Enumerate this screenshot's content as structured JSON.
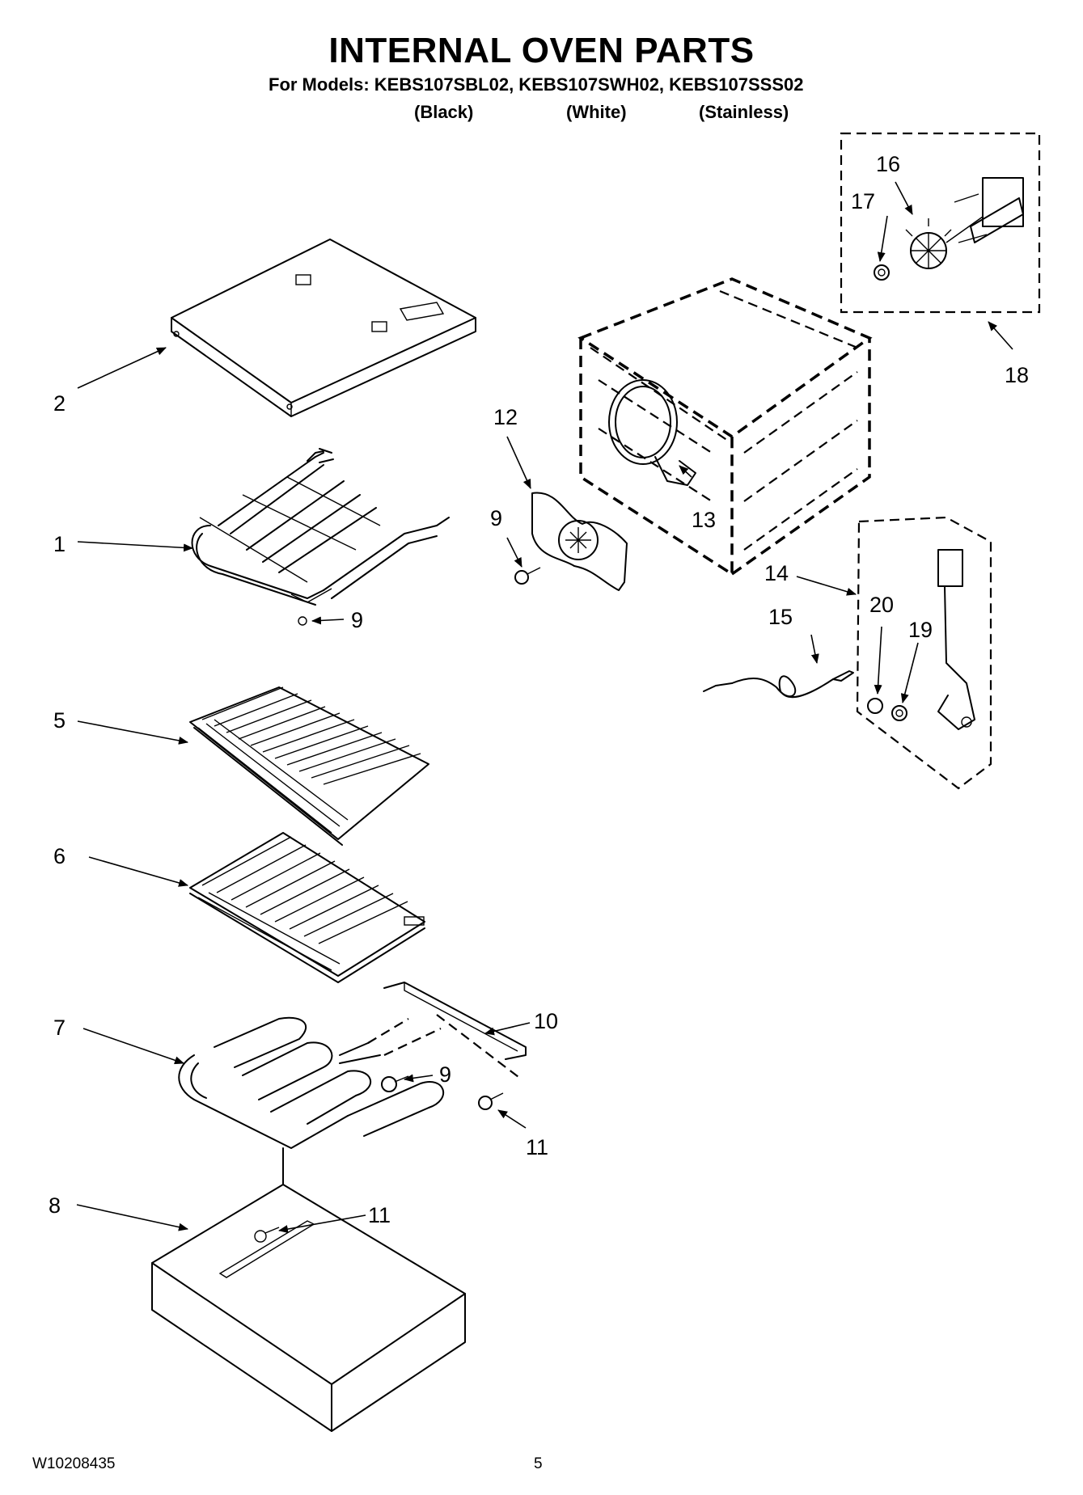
{
  "title": "INTERNAL OVEN PARTS",
  "models_line": "For Models: KEBS107SBL02, KEBS107SWH02, KEBS107SSS02",
  "variants": [
    "(Black)",
    "(White)",
    "(Stainless)"
  ],
  "footer": {
    "doc_number": "W10208435",
    "page_number": "5"
  },
  "callouts": {
    "c1": "1",
    "c2": "2",
    "c5": "5",
    "c6": "6",
    "c7": "7",
    "c8": "8",
    "c9a": "9",
    "c9b": "9",
    "c9c": "9",
    "c10": "10",
    "c11a": "11",
    "c11b": "11",
    "c12": "12",
    "c13": "13",
    "c14": "14",
    "c15": "15",
    "c16": "16",
    "c17": "17",
    "c18": "18",
    "c19": "19",
    "c20": "20"
  }
}
